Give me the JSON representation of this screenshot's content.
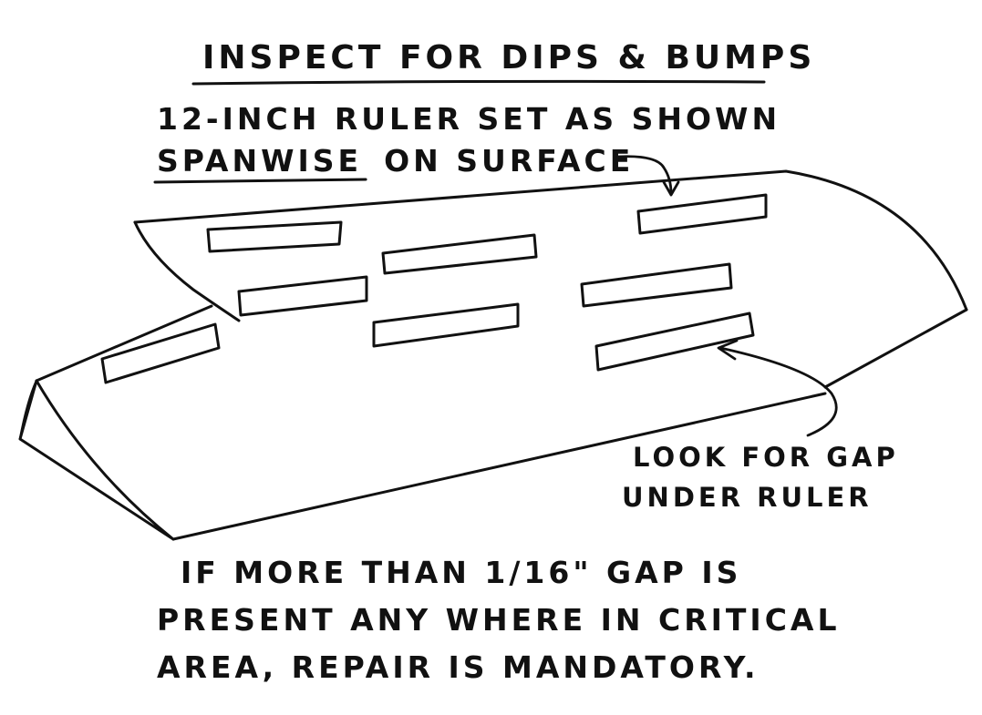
{
  "title": "INSPECT FOR DIPS & BUMPS",
  "instruction": {
    "line1_pre": "12-INCH RULER SET AS SHOWN",
    "line2_underlined": "SPANWISE",
    "line2_rest": "ON SURFACE"
  },
  "callout_gap": {
    "line1": "LOOK FOR GAP",
    "line2": "UNDER RULER"
  },
  "note": {
    "line1": "IF MORE THAN 1/16\" GAP IS",
    "line2": "PRESENT ANY WHERE IN CRITICAL",
    "line3": "AREA, REPAIR IS MANDATORY."
  },
  "ink_color": "#111111"
}
